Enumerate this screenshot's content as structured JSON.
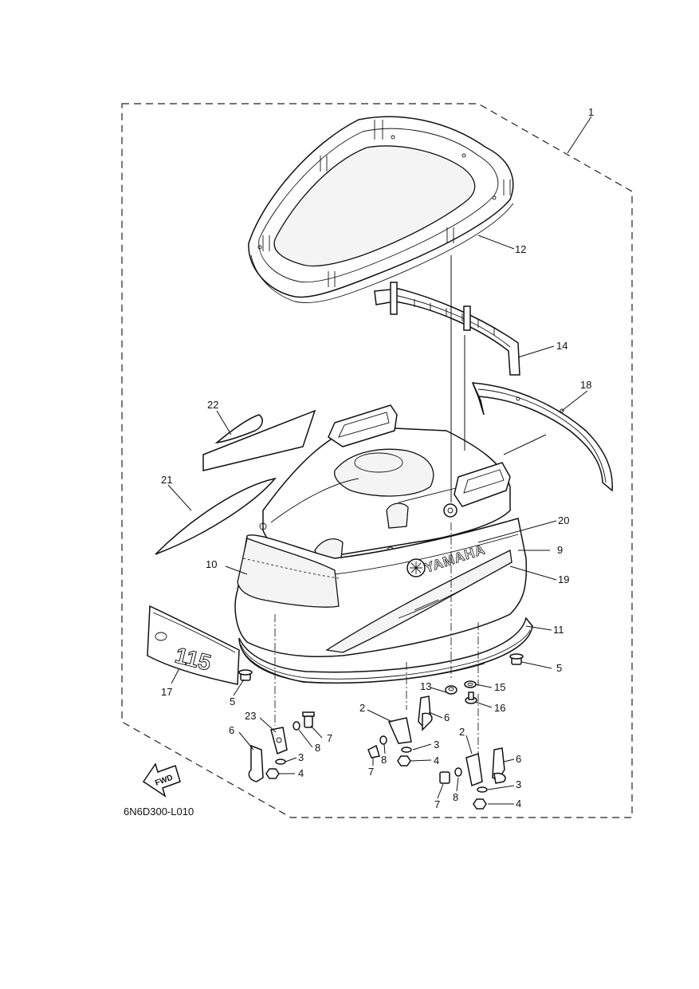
{
  "diagram": {
    "drawing_code": "6N6D300-L010",
    "brand_text": "YAMAHA",
    "model_text": "115",
    "direction_label": "FWD",
    "callouts": {
      "c1": "1",
      "c2a": "2",
      "c2b": "2",
      "c3a": "3",
      "c3b": "3",
      "c3c": "3",
      "c4a": "4",
      "c4b": "4",
      "c4c": "4",
      "c5a": "5",
      "c5b": "5",
      "c6a": "6",
      "c6b": "6",
      "c6c": "6",
      "c7a": "7",
      "c7b": "7",
      "c7c": "7",
      "c8a": "8",
      "c8b": "8",
      "c8c": "8",
      "c9": "9",
      "c10": "10",
      "c11": "11",
      "c12": "12",
      "c13": "13",
      "c14": "14",
      "c15": "15",
      "c16": "16",
      "c17": "17",
      "c18": "18",
      "c19": "19",
      "c20": "20",
      "c21": "21",
      "c22": "22",
      "c23": "23"
    }
  }
}
